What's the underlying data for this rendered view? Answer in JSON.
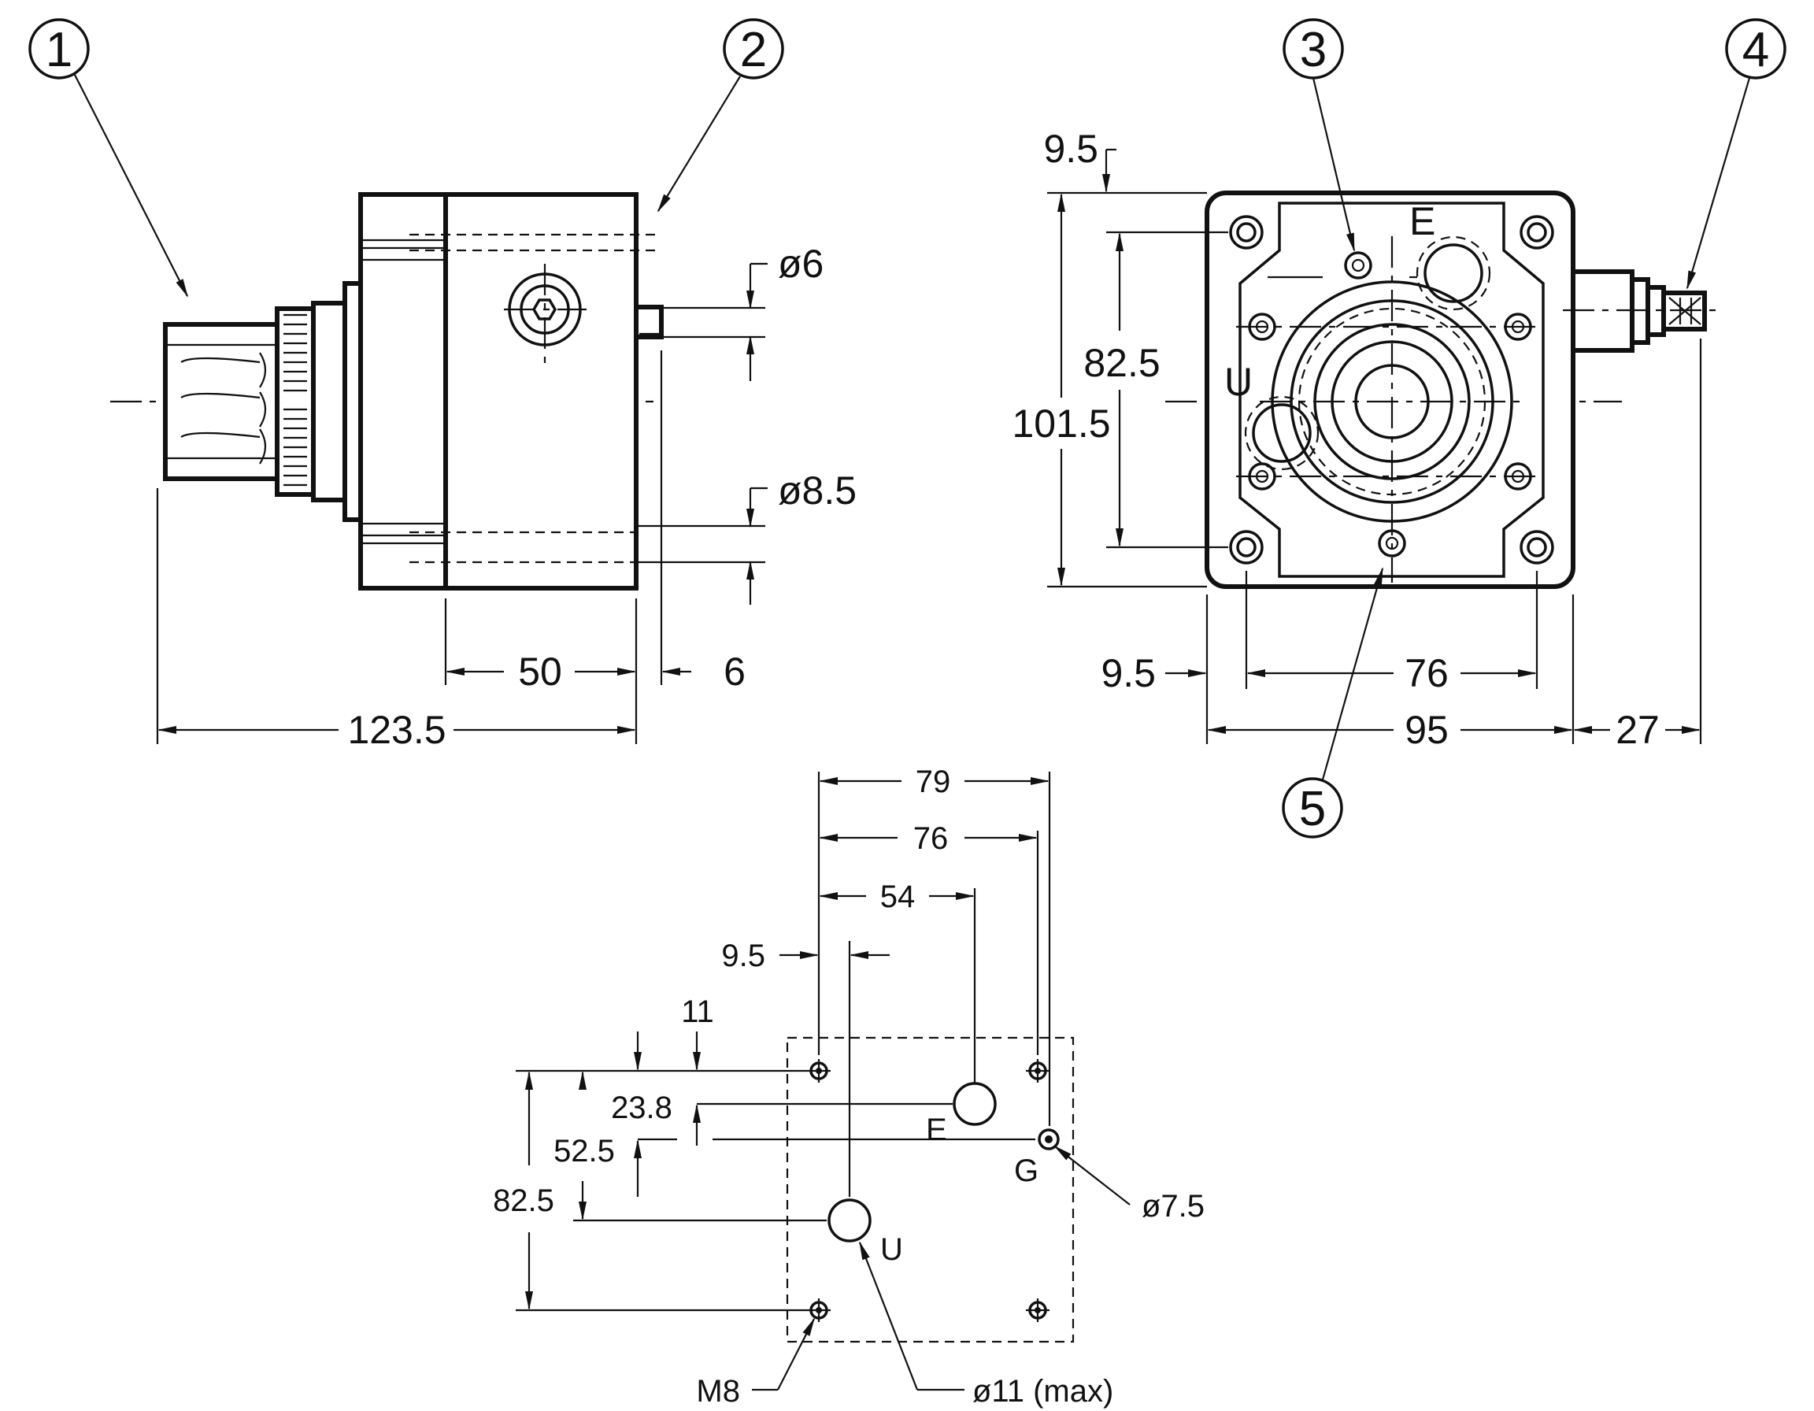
{
  "callouts": {
    "c1": "1",
    "c2": "2",
    "c3": "3",
    "c4": "4",
    "c5": "5"
  },
  "side_view": {
    "dim_diameter_6": "ø6",
    "dim_diameter_8_5": "ø8.5",
    "dim_50": "50",
    "dim_6": "6",
    "dim_123_5": "123.5"
  },
  "front_view": {
    "dim_9_5_top": "9.5",
    "dim_82_5": "82.5",
    "dim_101_5": "101.5",
    "dim_9_5_bottom": "9.5",
    "dim_76": "76",
    "dim_95": "95",
    "dim_27": "27",
    "port_E": "E",
    "port_U": "U"
  },
  "mounting_view": {
    "dim_79": "79",
    "dim_76": "76",
    "dim_54": "54",
    "dim_9_5": "9.5",
    "dim_11": "11",
    "dim_23_8": "23.8",
    "dim_52_5": "52.5",
    "dim_82_5": "82.5",
    "port_E": "E",
    "port_G": "G",
    "port_U": "U",
    "dim_diameter_7_5": "ø7.5",
    "label_M8": "M8",
    "label_diameter_11_max": "ø11 (max)"
  }
}
